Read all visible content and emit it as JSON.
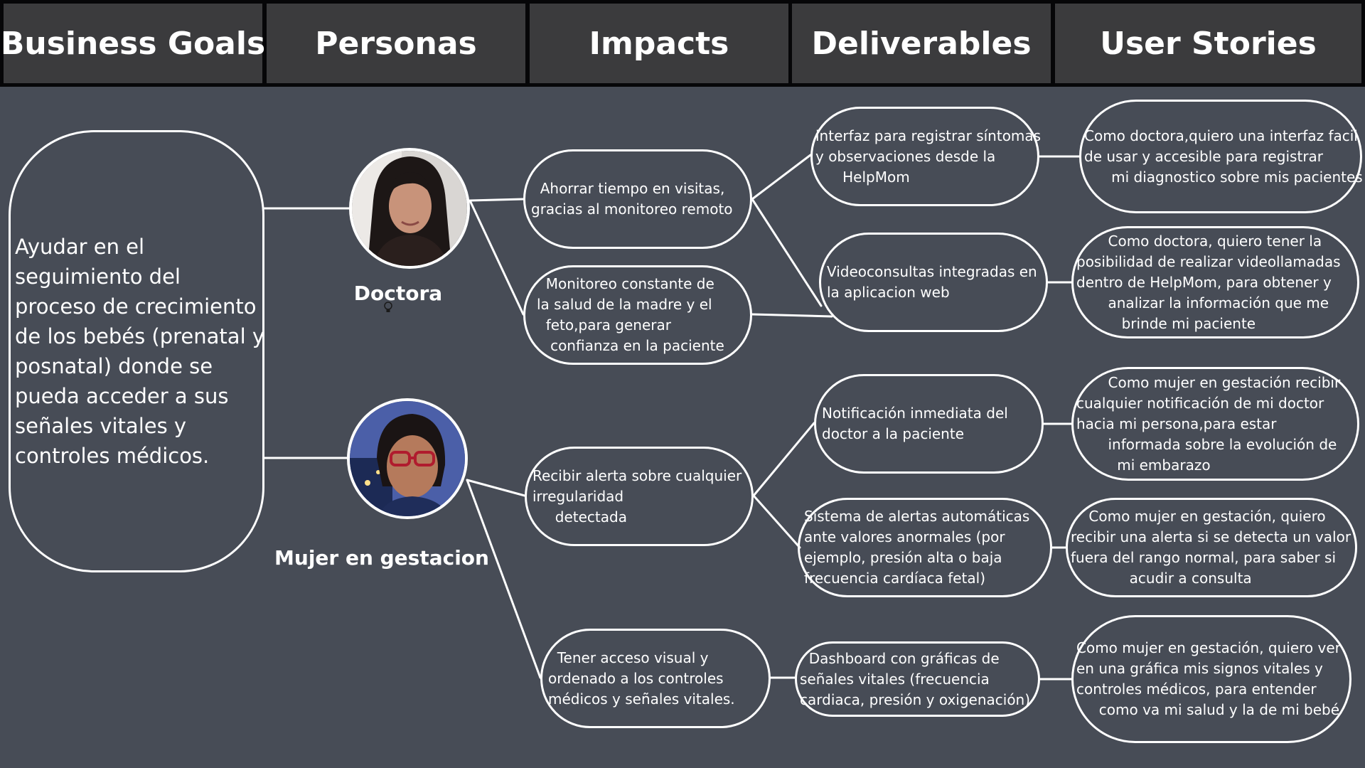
{
  "header": {
    "columns": [
      "Business Goals",
      "Personas",
      "Impacts",
      "Deliverables",
      "User Stories"
    ]
  },
  "business_goal": {
    "lines": [
      "Ayudar en el",
      "seguimiento del",
      "proceso de crecimiento",
      "de los bebés (prenatal y",
      "posnatal) donde se",
      "pueda acceder a sus",
      "señales vitales y",
      "controles médicos."
    ]
  },
  "personas": {
    "doctora": {
      "name": "Doctora",
      "photo": "doctora-avatar"
    },
    "mujer": {
      "name": "Mujer en gestacion",
      "photo": "mujer-avatar"
    }
  },
  "impacts": [
    {
      "lines": [
        "  Ahorrar tiempo en visitas,",
        "gracias al monitoreo remoto"
      ]
    },
    {
      "lines": [
        "  Monitoreo constante de",
        "la salud de la madre y el",
        "  feto,para generar",
        "   confianza en la paciente"
      ]
    },
    {
      "lines": [
        "Recibir alerta sobre cualquier",
        "irregularidad",
        "     detectada"
      ]
    },
    {
      "lines": [
        "  Tener acceso visual y",
        "ordenado a los controles",
        "médicos y señales vitales."
      ]
    }
  ],
  "deliverables": [
    {
      "lines": [
        "interfaz para registrar síntomas",
        "y observaciones desde la",
        "      HelpMom"
      ]
    },
    {
      "lines": [
        "Videoconsultas integradas en",
        "la aplicacion web"
      ]
    },
    {
      "lines": [
        "Notificación inmediata del",
        "doctor a la paciente"
      ]
    },
    {
      "lines": [
        "Sistema de alertas automáticas",
        "ante valores anormales (por",
        "ejemplo, presión alta o baja",
        "frecuencia cardíaca fetal)"
      ]
    },
    {
      "lines": [
        "  Dashboard con gráficas de",
        "señales vitales (frecuencia",
        "cardiaca, presión y oxigenación)"
      ]
    }
  ],
  "user_stories": [
    {
      "lines": [
        "Como doctora,quiero una interfaz facil",
        "de usar y accesible para registrar",
        "      mi diagnostico sobre mis pacientes"
      ]
    },
    {
      "lines": [
        "       Como doctora, quiero tener la",
        "posibilidad de realizar videollamadas",
        "dentro de HelpMom, para obtener y",
        "       analizar la información que me",
        "          brinde mi paciente"
      ]
    },
    {
      "lines": [
        "       Como mujer en gestación recibir",
        "cualquier notificación de mi doctor",
        "hacia mi persona,para estar",
        "       informada sobre la evolución de",
        "         mi embarazo"
      ]
    },
    {
      "lines": [
        "    Como mujer en gestación, quiero",
        "recibir una alerta si se detecta un valor",
        "fuera del rango normal, para saber si",
        "             acudir a consulta"
      ]
    },
    {
      "lines": [
        "Como mujer en gestación, quiero ver",
        "en una gráfica mis signos vitales y",
        "controles médicos, para entender",
        "     como va mi salud y la de mi bebé"
      ]
    }
  ],
  "colors": {
    "background": "#474c56",
    "header_cell": "#3b3b3d",
    "header_bar": "#060608",
    "outline": "#ffffff"
  }
}
